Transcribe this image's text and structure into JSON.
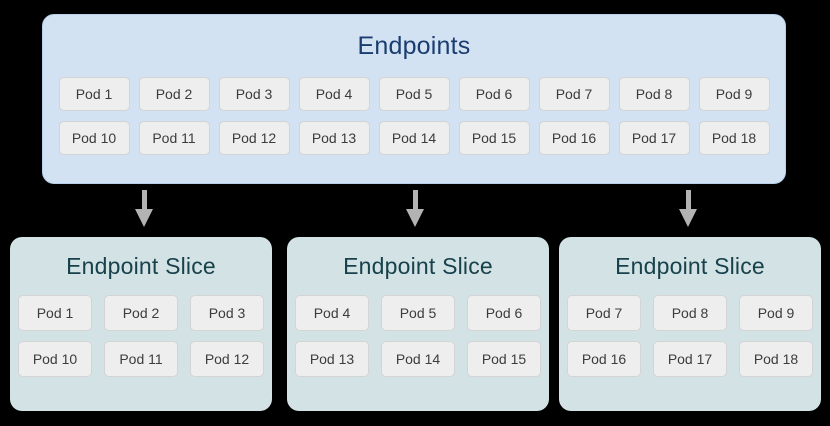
{
  "diagram": {
    "background_color": "#000000",
    "endpoints": {
      "title": "Endpoints",
      "box_color": "#d2e2f3",
      "border_color": "#b7cfe8",
      "title_color": "#1a3c6e",
      "rows": [
        [
          "Pod 1",
          "Pod 2",
          "Pod 3",
          "Pod 4",
          "Pod 5",
          "Pod 6",
          "Pod 7",
          "Pod 8",
          "Pod 9"
        ],
        [
          "Pod 10",
          "Pod 11",
          "Pod 12",
          "Pod 13",
          "Pod 14",
          "Pod 15",
          "Pod 16",
          "Pod 17",
          "Pod 18"
        ]
      ]
    },
    "arrows": {
      "icon": "arrow-down-icon",
      "color": "#b3b3b3",
      "count": 3
    },
    "slices": [
      {
        "title": "Endpoint Slice",
        "box_color": "#d3e3e5",
        "title_color": "#17414b",
        "rows": [
          [
            "Pod 1",
            "Pod 2",
            "Pod 3"
          ],
          [
            "Pod 10",
            "Pod 11",
            "Pod 12"
          ]
        ]
      },
      {
        "title": "Endpoint Slice",
        "box_color": "#d3e3e5",
        "title_color": "#17414b",
        "rows": [
          [
            "Pod 4",
            "Pod 5",
            "Pod 6"
          ],
          [
            "Pod 13",
            "Pod 14",
            "Pod 15"
          ]
        ]
      },
      {
        "title": "Endpoint Slice",
        "box_color": "#d3e3e5",
        "title_color": "#17414b",
        "rows": [
          [
            "Pod 7",
            "Pod 8",
            "Pod 9"
          ],
          [
            "Pod 16",
            "Pod 17",
            "Pod 18"
          ]
        ]
      }
    ]
  }
}
